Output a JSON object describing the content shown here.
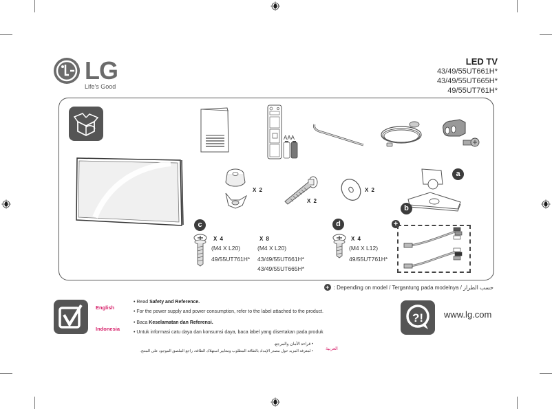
{
  "brand": {
    "name": "LG",
    "tagline": "Life's Good",
    "color": "#6b6b6b"
  },
  "header": {
    "title": "LED TV",
    "models": [
      "43/49/55UT661H*",
      "43/49/55UT665H*",
      "49/55UT761H*"
    ]
  },
  "contents": {
    "box_icon": "open-box-icon",
    "items": [
      {
        "name": "user-manual"
      },
      {
        "name": "remote-control",
        "battery_label": "AAA"
      },
      {
        "name": "cable-tie"
      },
      {
        "name": "power-cord"
      },
      {
        "name": "cable-holder-and-screw"
      },
      {
        "name": "tv-panel"
      },
      {
        "name": "nut-and-wing-nut",
        "quantity": "X 2"
      },
      {
        "name": "bolt",
        "quantity": "X 2"
      },
      {
        "name": "washer",
        "quantity": "X 2"
      },
      {
        "name": "stand-body",
        "badge": "a"
      },
      {
        "name": "stand-base",
        "badge": "b"
      }
    ],
    "screws_c": {
      "badge": "c",
      "left": {
        "quantity": "X 4",
        "spec": "(M4 X L20)",
        "models": [
          "49/55UT761H*"
        ]
      },
      "right": {
        "quantity": "X 8",
        "spec": "(M4 X L20)",
        "models": [
          "43/49/55UT661H*",
          "43/49/55UT665H*"
        ]
      }
    },
    "screws_d": {
      "badge": "d",
      "quantity": "X 4",
      "spec": "(M4 X L12)",
      "models": [
        "49/55UT761H*"
      ]
    },
    "optional": {
      "badge": "+",
      "items": [
        "av-cable",
        "component-cable"
      ]
    }
  },
  "note": {
    "text": ": Depending on model / Tergantung pada modelnya / حسب الطراز"
  },
  "safety": {
    "icon": "checkbox-icon",
    "languages": [
      {
        "label": "English",
        "lines": [
          {
            "prefix": "• Read ",
            "bold": "Safety and Reference.",
            "suffix": ""
          },
          {
            "prefix": "• For the power supply and power consumption, refer to the label attached to the product.",
            "bold": "",
            "suffix": ""
          }
        ]
      },
      {
        "label": "Indonesia",
        "lines": [
          {
            "prefix": "• Baca ",
            "bold": "Keselamatan dan Referensi.",
            "suffix": ""
          },
          {
            "prefix": "• Untuk informasi catu daya dan konsumsi daya, baca label yang disertakan pada produk",
            "bold": "",
            "suffix": ""
          }
        ]
      },
      {
        "label": "العربية",
        "lines": [
          {
            "prefix": "• قراءة الأمان والمرجع.",
            "bold": "",
            "suffix": ""
          },
          {
            "prefix": "• لمعرفة المزيد حول مصدر الإمداد بالطاقة المطلوب ومعايير استهلاك الطاقة، راجع الملصق الموجود على المنتج.",
            "bold": "",
            "suffix": ""
          }
        ]
      }
    ]
  },
  "support": {
    "icon": "question-exclamation-icon",
    "url": "www.lg.com"
  },
  "colors": {
    "accent_pink": "#d61f69",
    "icon_gray": "#555555",
    "text": "#333333"
  }
}
